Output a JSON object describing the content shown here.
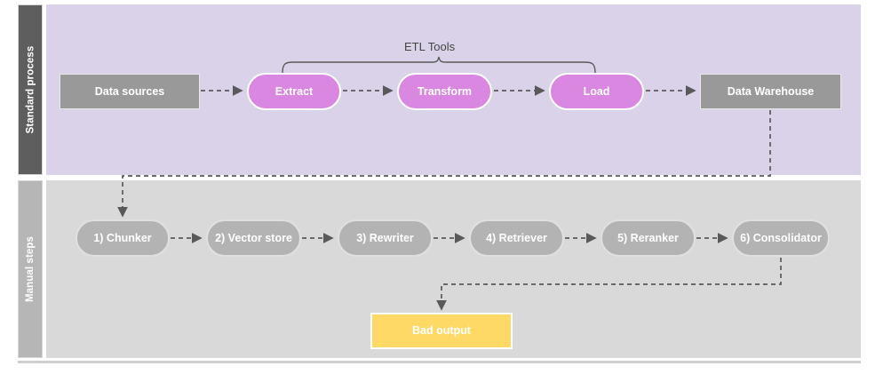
{
  "diagram": {
    "title": "ETL and manual RAG pipeline swimlane diagram",
    "colors": {
      "lane_top_bg": "#d9d2e9",
      "lane_top_head": "#5e5e5e",
      "lane_bottom_bg": "#d9d9d9",
      "lane_bottom_head": "#b6b6b6",
      "node_gray": "#999999",
      "node_pill_purple": "#d987e0",
      "node_pill_gray": "#b3b3b3",
      "node_yellow": "#ffd966",
      "connector": "#595959",
      "text_dark": "#444444",
      "text_light": "#ffffff"
    }
  },
  "lanes": [
    {
      "id": "standard-process",
      "label": "Standard process"
    },
    {
      "id": "manual-steps",
      "label": "Manual steps"
    }
  ],
  "annotations": {
    "etl_bracket_label": "ETL Tools"
  },
  "top_lane": {
    "nodes": [
      {
        "id": "data-sources",
        "label": "Data sources",
        "shape": "rect",
        "style": "gray"
      },
      {
        "id": "extract",
        "label": "Extract",
        "shape": "pill",
        "style": "purple"
      },
      {
        "id": "transform",
        "label": "Transform",
        "shape": "pill",
        "style": "purple"
      },
      {
        "id": "load",
        "label": "Load",
        "shape": "pill",
        "style": "purple"
      },
      {
        "id": "data-warehouse",
        "label": "Data Warehouse",
        "shape": "rect",
        "style": "gray"
      }
    ]
  },
  "bottom_lane": {
    "nodes": [
      {
        "id": "chunker",
        "label": "1) Chunker",
        "shape": "pill",
        "style": "gray"
      },
      {
        "id": "vector-store",
        "label": "2) Vector store",
        "shape": "pill",
        "style": "gray"
      },
      {
        "id": "rewriter",
        "label": "3) Rewriter",
        "shape": "pill",
        "style": "gray"
      },
      {
        "id": "retriever",
        "label": "4) Retriever",
        "shape": "pill",
        "style": "gray"
      },
      {
        "id": "reranker",
        "label": "5) Reranker",
        "shape": "pill",
        "style": "gray"
      },
      {
        "id": "consolidator",
        "label": "6) Consolidator",
        "shape": "pill",
        "style": "gray"
      },
      {
        "id": "bad-output",
        "label": "Bad output",
        "shape": "rect",
        "style": "yellow"
      }
    ]
  },
  "edges": [
    {
      "from": "data-sources",
      "to": "extract",
      "style": "dashed-arrow"
    },
    {
      "from": "extract",
      "to": "transform",
      "style": "dashed-arrow"
    },
    {
      "from": "transform",
      "to": "load",
      "style": "dashed-arrow"
    },
    {
      "from": "load",
      "to": "data-warehouse",
      "style": "dashed-arrow"
    },
    {
      "from": "data-warehouse",
      "to": "chunker",
      "style": "dashed-elbow-arrow"
    },
    {
      "from": "chunker",
      "to": "vector-store",
      "style": "dashed-arrow"
    },
    {
      "from": "vector-store",
      "to": "rewriter",
      "style": "dashed-arrow"
    },
    {
      "from": "rewriter",
      "to": "retriever",
      "style": "dashed-arrow"
    },
    {
      "from": "retriever",
      "to": "reranker",
      "style": "dashed-arrow"
    },
    {
      "from": "reranker",
      "to": "consolidator",
      "style": "dashed-arrow"
    },
    {
      "from": "consolidator",
      "to": "bad-output",
      "style": "dashed-elbow-arrow"
    }
  ]
}
